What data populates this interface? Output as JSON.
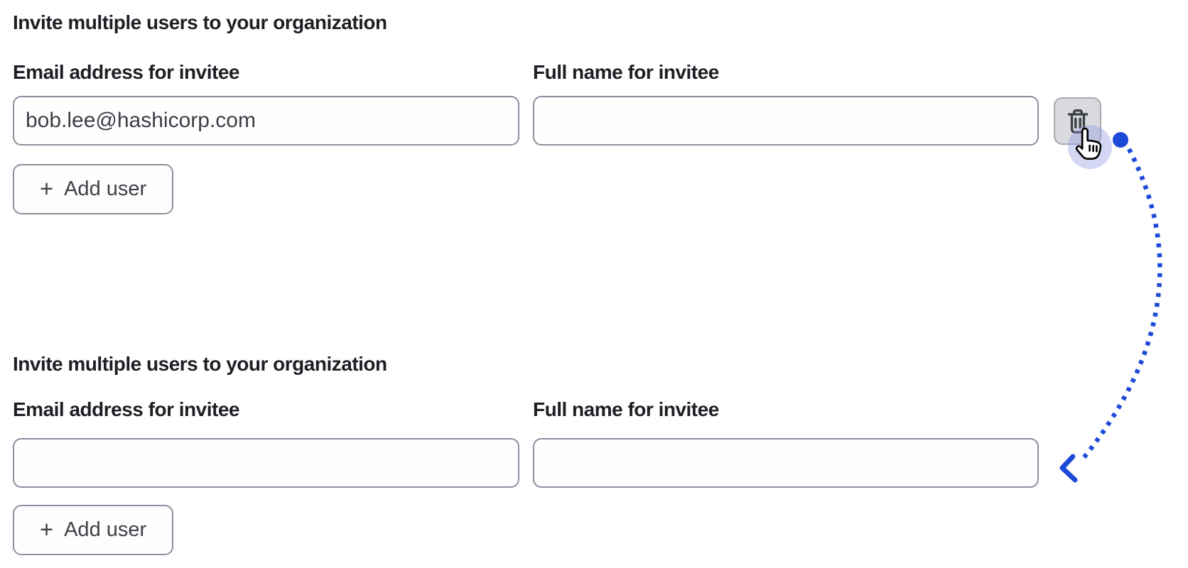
{
  "colors": {
    "accent_blue": "#1d49d8",
    "halo_lavender": "rgba(148,156,228,0.40)",
    "input_border": "#8b8f9d",
    "text_primary": "#1d1f24",
    "trash_button_bg": "#d9dade"
  },
  "sections": [
    {
      "title": "Invite multiple users to your organization",
      "fields": [
        {
          "label": "Email address for invitee",
          "value": "bob.lee@hashicorp.com"
        },
        {
          "label": "Full name for invitee",
          "value": ""
        }
      ],
      "add_user_button": {
        "plus": "+",
        "label": "Add user"
      },
      "delete_row_button": {
        "icon": "trash-icon"
      }
    },
    {
      "title": "Invite multiple users to your organization",
      "fields": [
        {
          "label": "Email address for invitee",
          "value": ""
        },
        {
          "label": "Full name for invitee",
          "value": ""
        }
      ],
      "add_user_button": {
        "plus": "+",
        "label": "Add user"
      }
    }
  ],
  "annotation": {
    "arrow_color": "#1d49d8",
    "dot_color": "#1d49d8",
    "halo_color": "rgba(148,156,228,0.40)",
    "cursor_icon": "hand-cursor-icon"
  }
}
